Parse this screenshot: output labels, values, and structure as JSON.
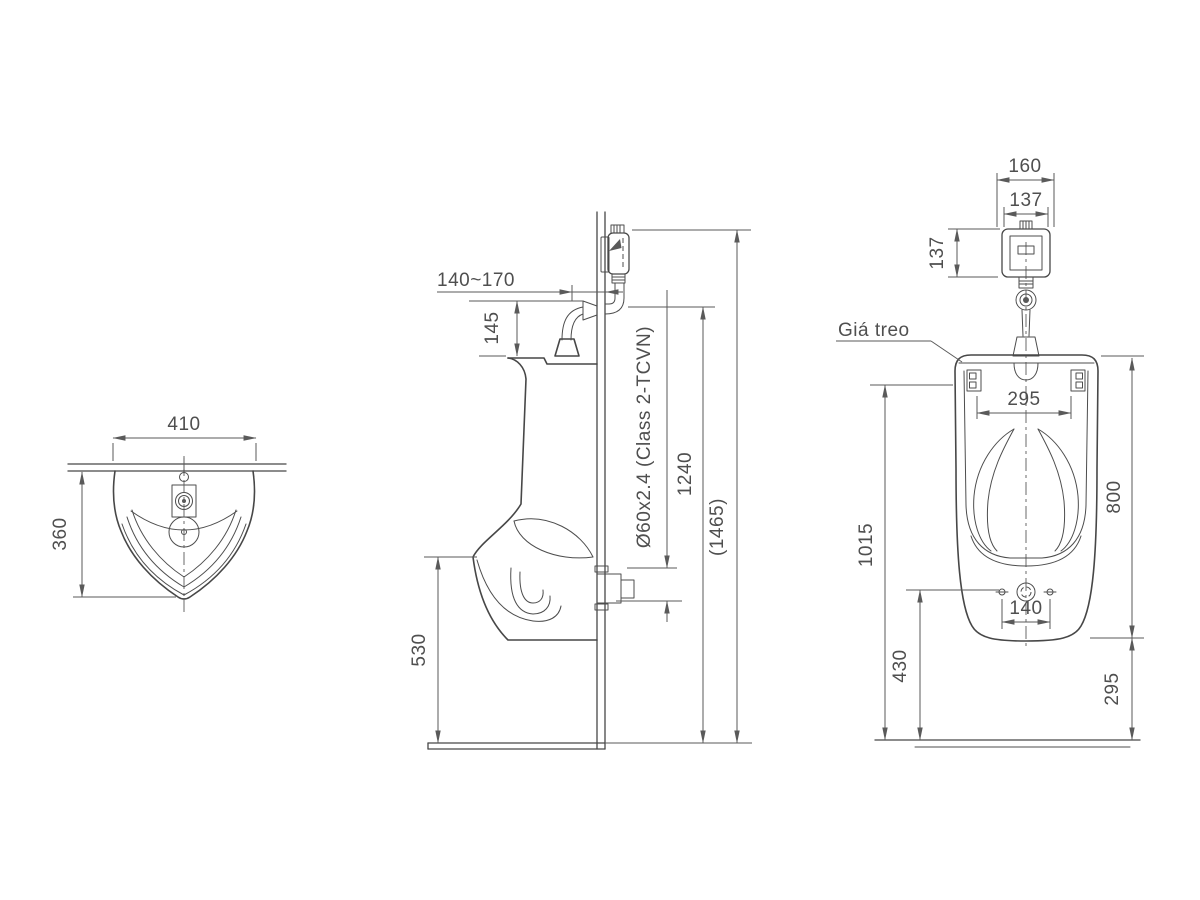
{
  "colors": {
    "background": "#ffffff",
    "line": "#474747",
    "dimension": "#5a5a5a",
    "text": "#4f4f4f"
  },
  "top_view": {
    "width": "410",
    "depth": "360"
  },
  "side_view": {
    "wall_offset": "140~170",
    "spud_drop": "145",
    "pipe_spec": "Ø60x2.4 (Class 2-TCVN)",
    "spud_height": "1240",
    "overall_height": "(1465)",
    "rim_height": "530"
  },
  "front_view": {
    "valve_plate_width": "160",
    "valve_width": "137",
    "valve_height": "137",
    "hanger_label": "Giá treo",
    "hanger_span": "295",
    "body_height": "800",
    "hanger_height": "1015",
    "bolt_span": "140",
    "drain_height": "430",
    "bottom_clearance": "295"
  }
}
